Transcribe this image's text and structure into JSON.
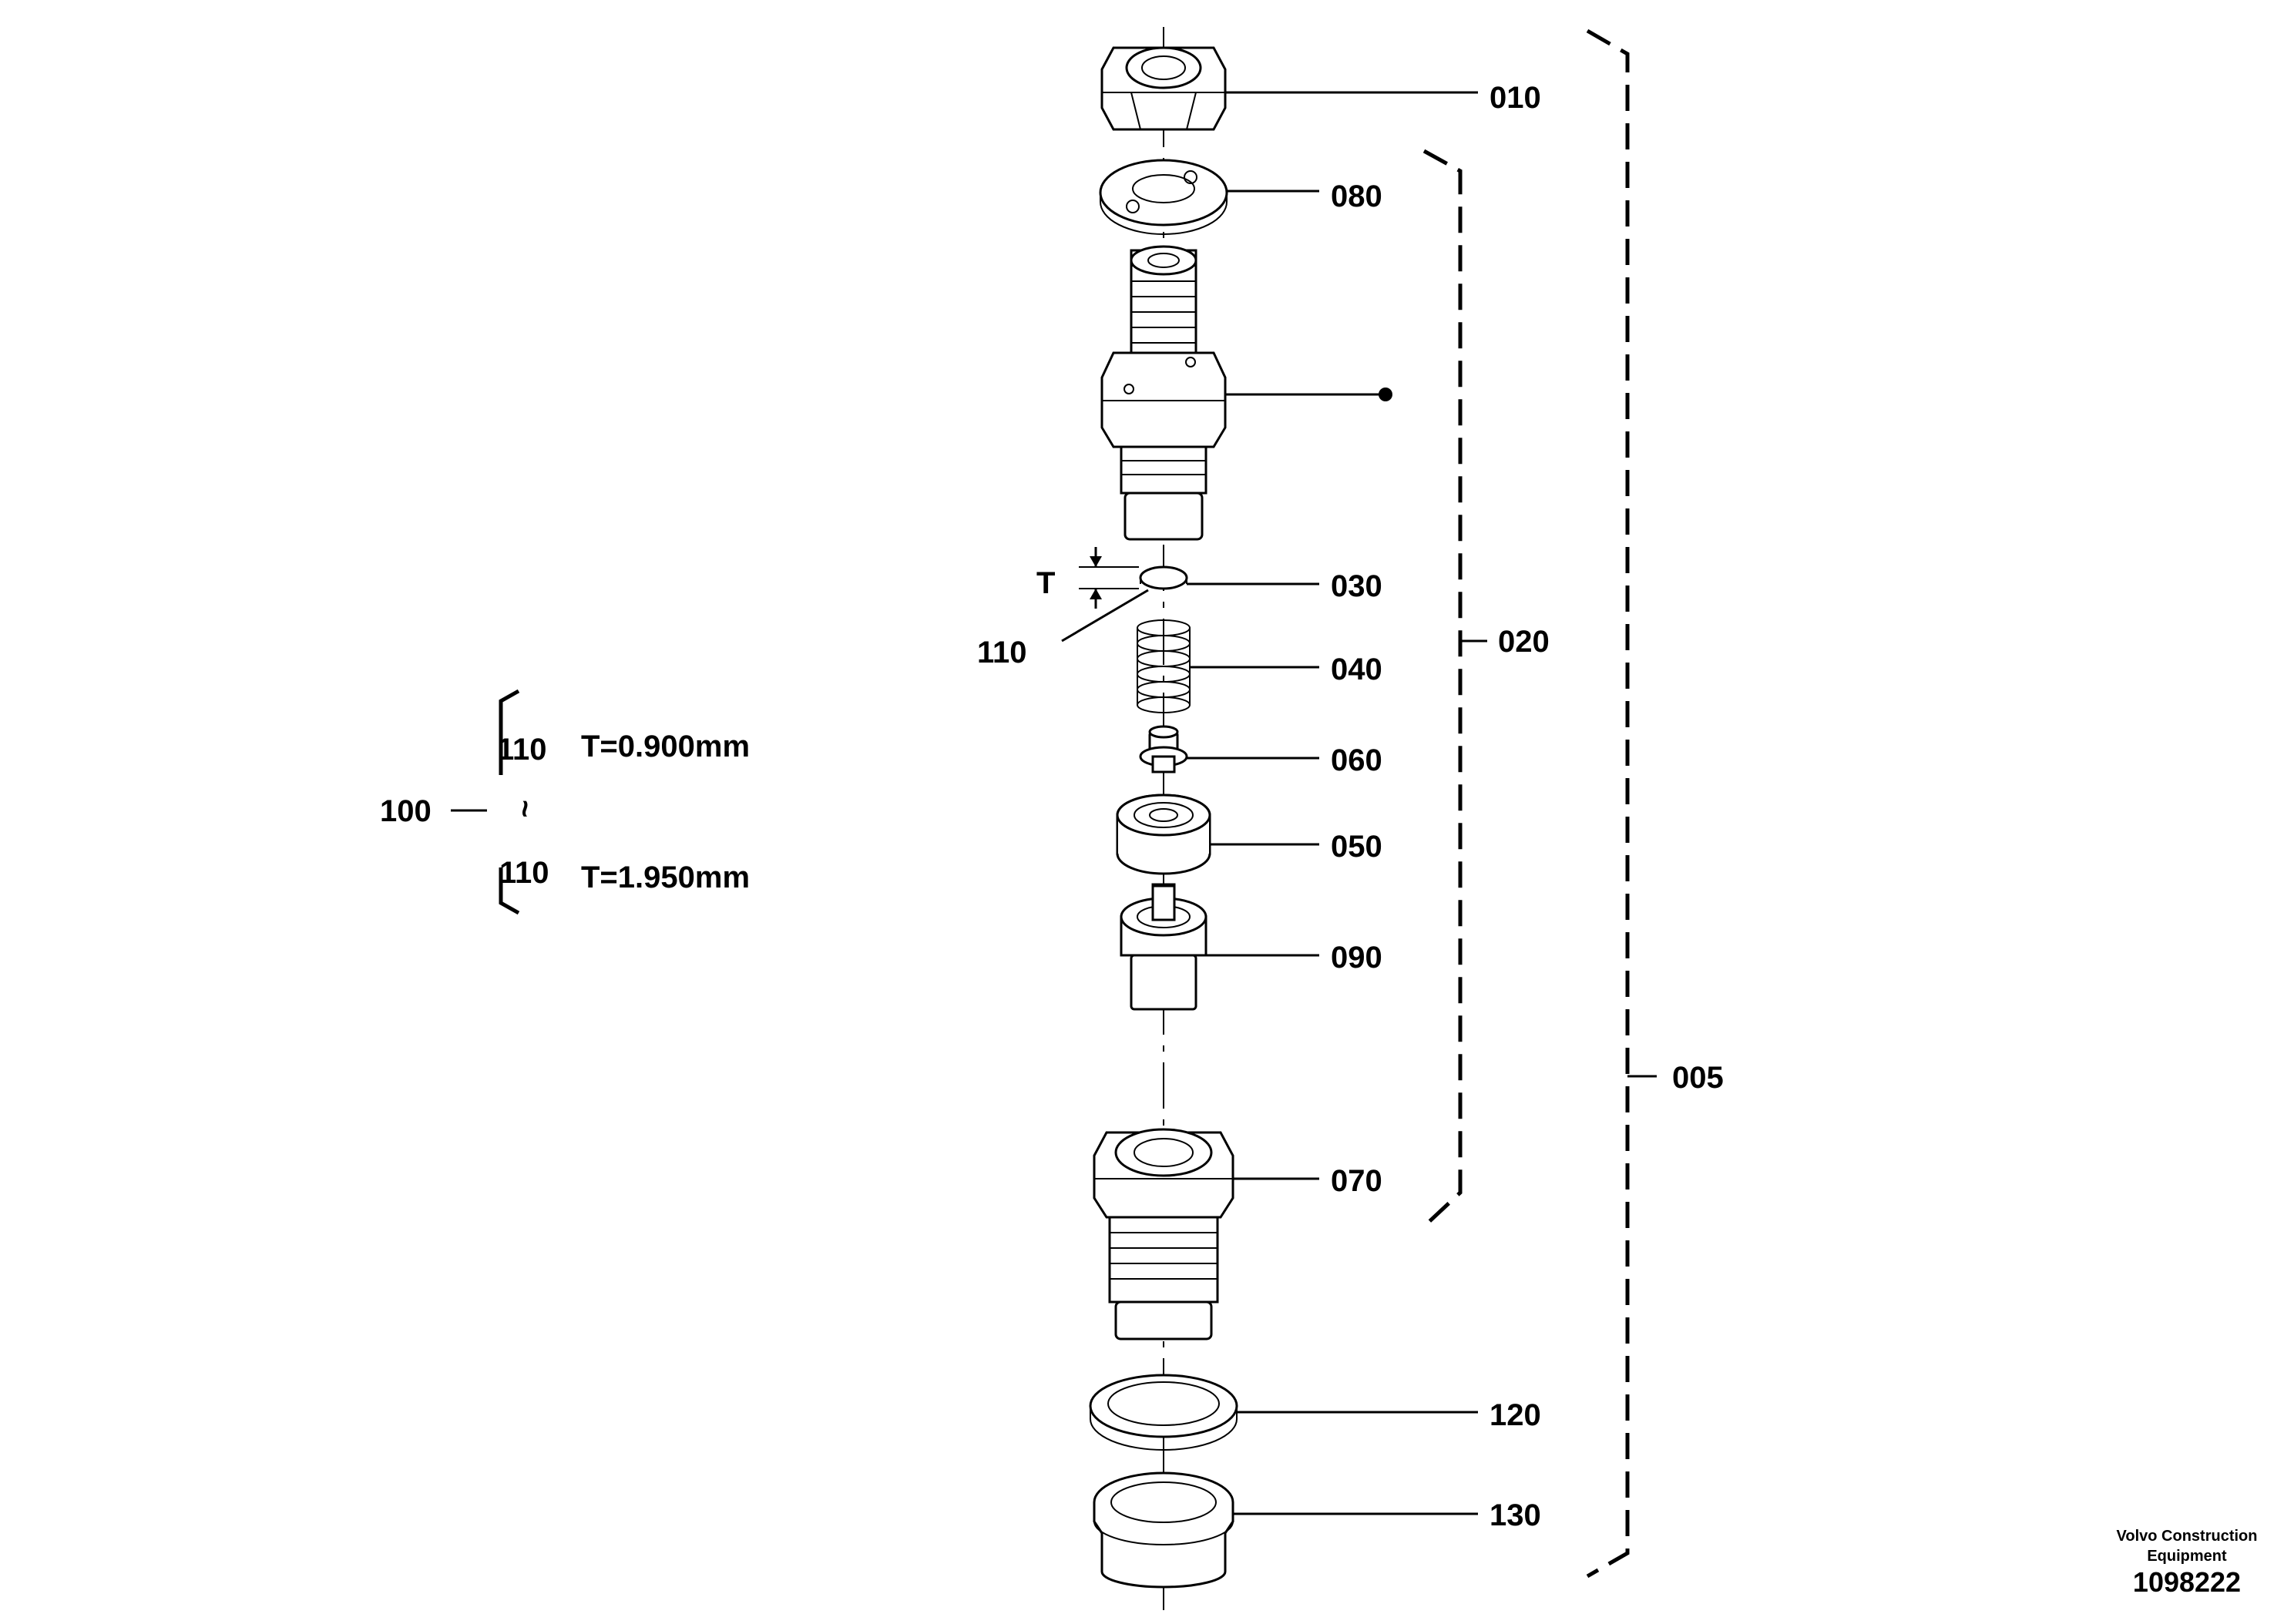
{
  "parts": {
    "p010": "010",
    "p080": "080",
    "p030": "030",
    "p040": "040",
    "p060": "060",
    "p050": "050",
    "p090": "090",
    "p070": "070",
    "p120": "120",
    "p130": "130",
    "p110": "110"
  },
  "groups": {
    "g020": "020",
    "g005": "005"
  },
  "dimension": {
    "symbol": "T"
  },
  "variants": {
    "kit_label": "100",
    "tilde": "~",
    "rows": [
      {
        "part": "110",
        "spec": "T=0.900mm"
      },
      {
        "part": "110",
        "spec": "T=1.950mm"
      }
    ]
  },
  "footer": {
    "brand_line1": "Volvo Construction",
    "brand_line2": "Equipment",
    "doc_number": "1098222"
  }
}
